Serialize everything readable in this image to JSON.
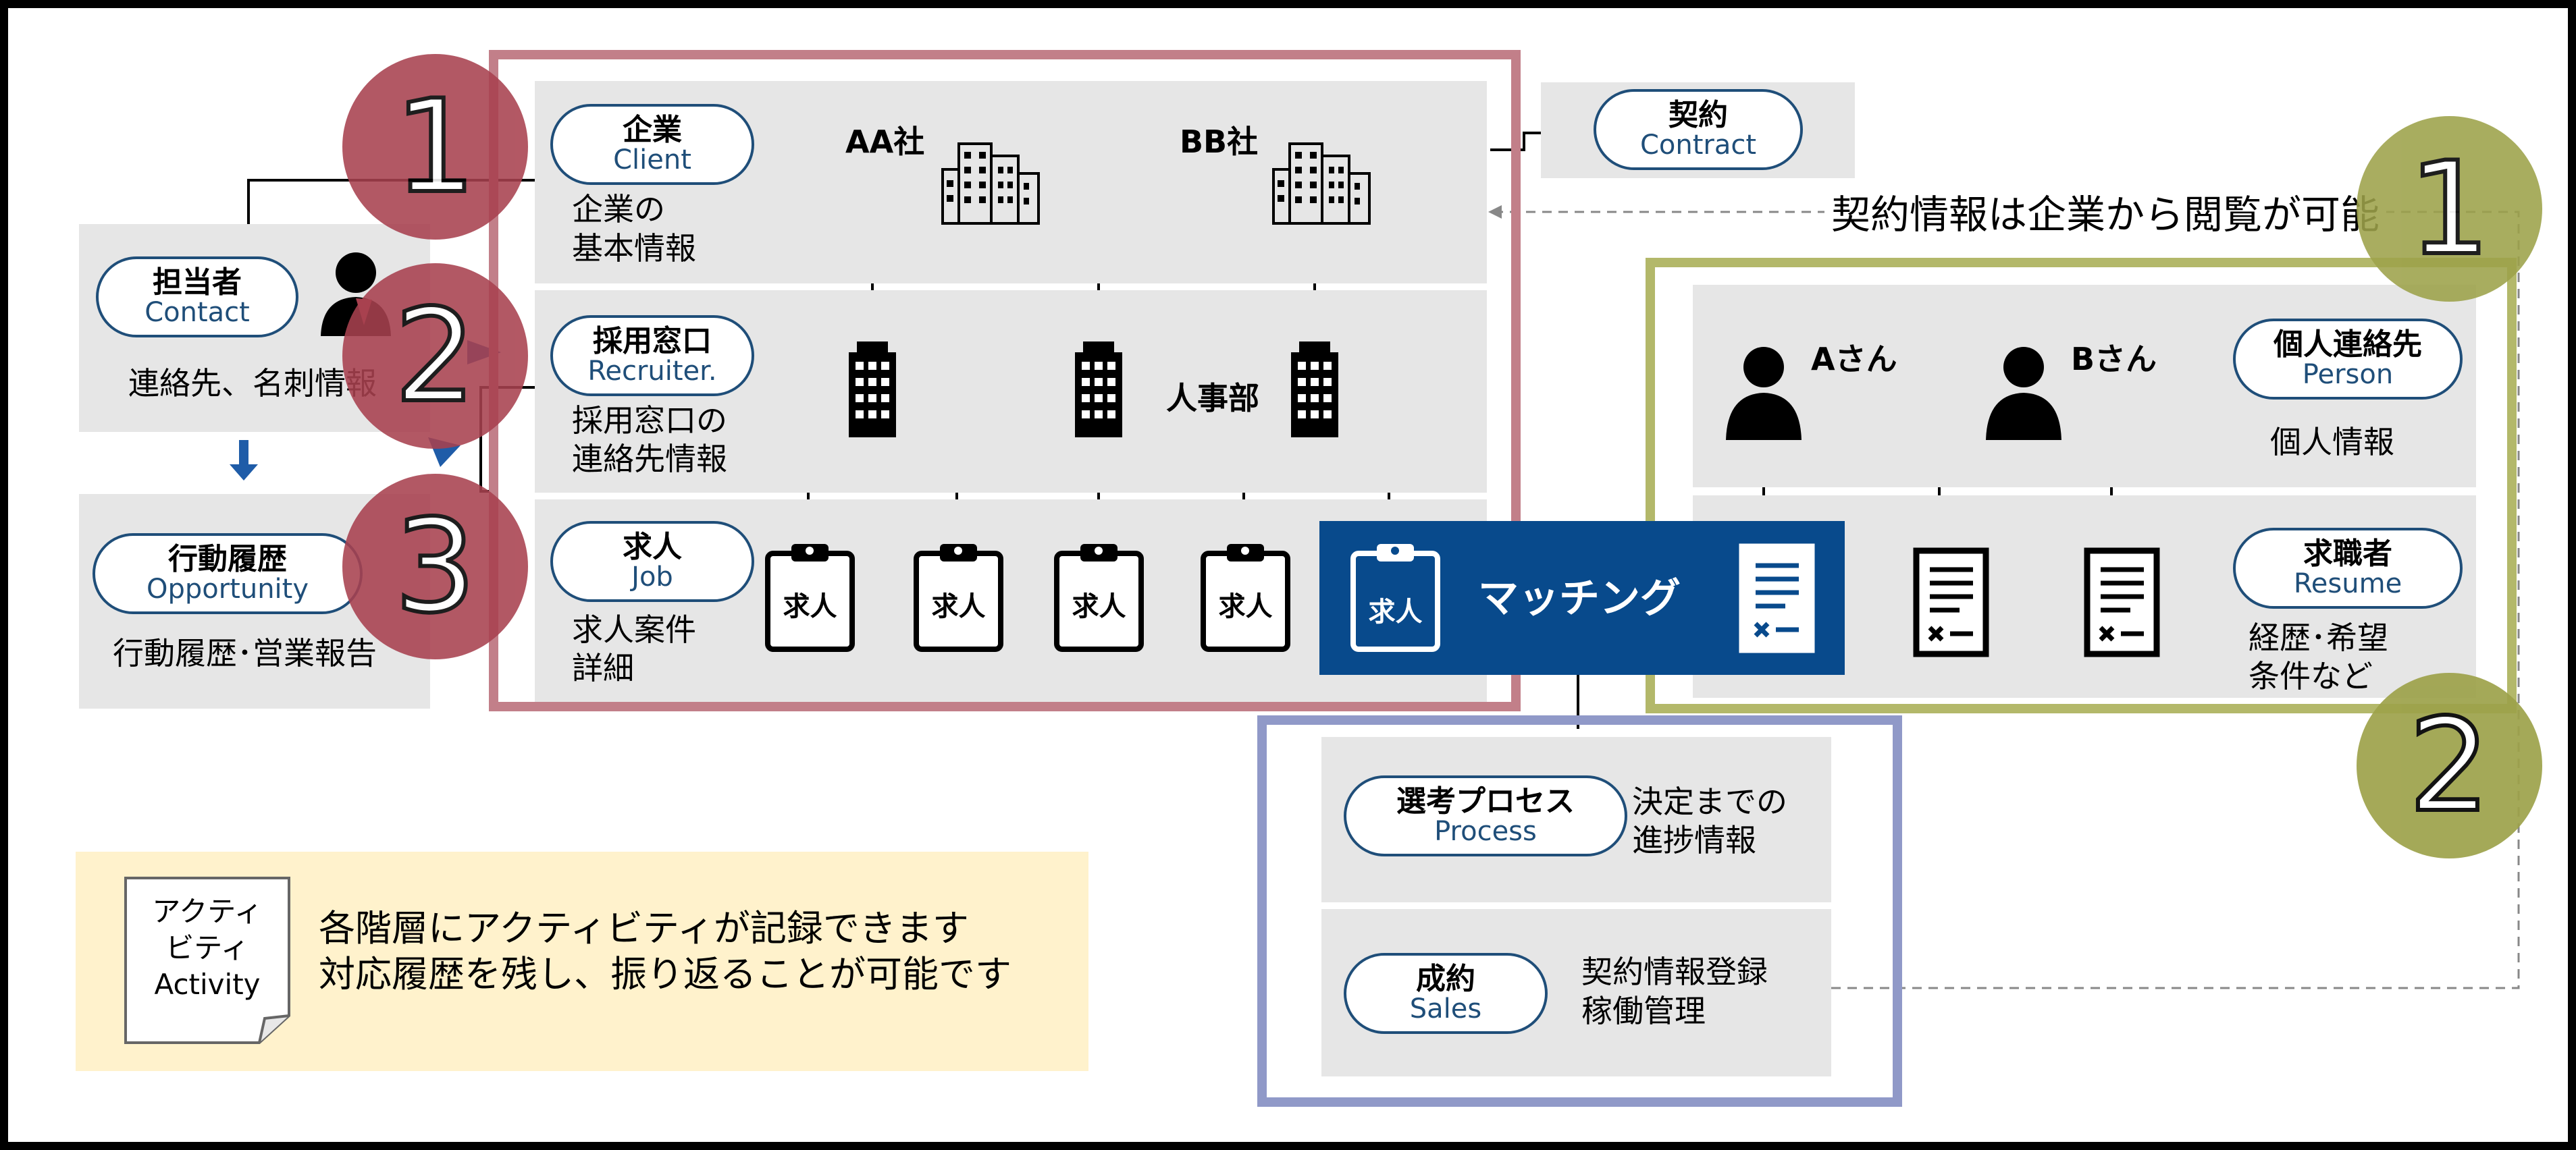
{
  "client": {
    "ja": "企業",
    "en": "Client",
    "desc": [
      "企業の",
      "基本情報"
    ],
    "company_a": "AA社",
    "company_b": "BB社"
  },
  "contract": {
    "ja": "契約",
    "en": "Contract",
    "note": "契約情報は企業から閲覧が可能"
  },
  "contact": {
    "ja": "担当者",
    "en": "Contact",
    "desc": "連絡先、名刺情報"
  },
  "opportunity": {
    "ja": "行動履歴",
    "en": "Opportunity",
    "desc": "行動履歴･営業報告"
  },
  "recruiter": {
    "ja": "採用窓口",
    "en": "Recruiter.",
    "desc": [
      "採用窓口の",
      "連絡先情報"
    ],
    "dept_label": "人事部"
  },
  "job": {
    "ja": "求人",
    "en": "Job",
    "desc": [
      "求人案件",
      "詳細"
    ],
    "card_label": "求人"
  },
  "matching": {
    "label": "マッチング"
  },
  "person": {
    "ja": "個人連絡先",
    "en": "Person",
    "desc": "個人情報",
    "person_a": "Aさん",
    "person_b": "Bさん"
  },
  "resume": {
    "ja": "求職者",
    "en": "Resume",
    "desc": [
      "経歴･希望",
      "条件など"
    ]
  },
  "process": {
    "ja": "選考プロセス",
    "en": "Process",
    "desc": [
      "決定までの",
      "進捗情報"
    ]
  },
  "sales": {
    "ja": "成約",
    "en": "Sales",
    "desc": [
      "契約情報登録",
      "稼働管理"
    ]
  },
  "activity": {
    "card": [
      "アクティ",
      "ビティ",
      "Activity"
    ],
    "desc": [
      "各階層にアクティビティが記録できます",
      "対応履歴を残し、振り返ることが可能です"
    ]
  },
  "badges": {
    "one": "1",
    "two": "2",
    "three": "3"
  },
  "colors": {
    "red_frame": "#c27f89",
    "red_badge": "#a8414f",
    "green_frame": "#b3b86a",
    "green_badge": "#9da24a",
    "blue_frame": "#9099c8",
    "navy": "#1f4e79",
    "matching_bg": "#084a8c",
    "panel": "#e6e6e6",
    "activity_bg": "#fff2cc"
  }
}
